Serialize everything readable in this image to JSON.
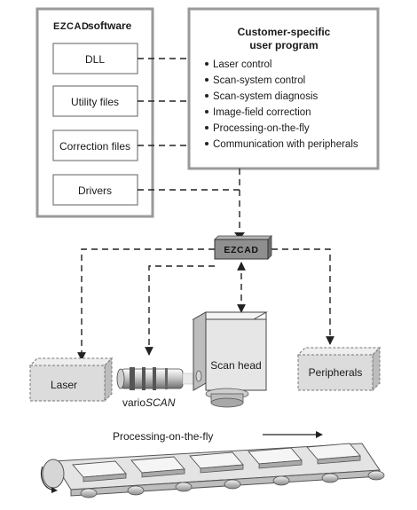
{
  "software": {
    "brand": "EZCAD",
    "title_suffix": "software",
    "components": [
      "DLL",
      "Utility files",
      "Correction files",
      "Drivers"
    ]
  },
  "user_program": {
    "title_line1": "Customer-specific",
    "title_line2": "user program",
    "items": [
      "Laser control",
      "Scan-system control",
      "Scan-system diagnosis",
      "Image-field correction",
      "Processing-on-the-fly",
      "Communication with peripherals"
    ]
  },
  "controller": {
    "label": "EZCAD"
  },
  "devices": {
    "laser": "Laser",
    "varioscan_prefix": "vario",
    "varioscan_suffix": "SCAN",
    "scan_head": "Scan head",
    "peripherals": "Peripherals"
  },
  "conveyor": {
    "label": "Processing-on-the-fly"
  },
  "colors": {
    "frame": "#9a9a9a",
    "device_fill": "#dcdcdc",
    "controller_fill": "#8f8f8f",
    "scan_head_fill": "#e6e6e6"
  }
}
